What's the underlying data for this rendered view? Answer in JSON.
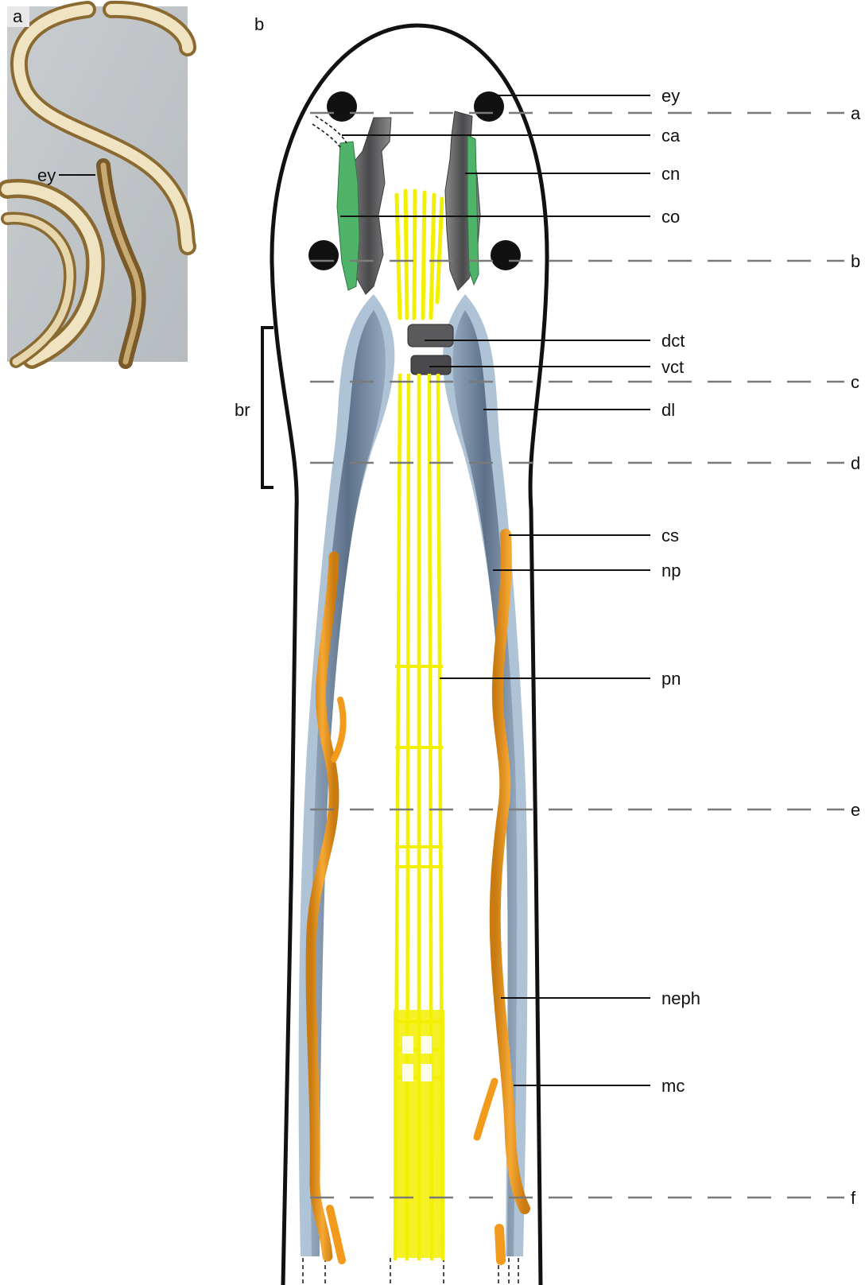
{
  "panels": {
    "a": "a",
    "b": "b"
  },
  "photo": {
    "ey_label": "ey"
  },
  "labels": {
    "ey": "ey",
    "ca": "ca",
    "cn": "cn",
    "co": "co",
    "dct": "dct",
    "vct": "vct",
    "dl": "dl",
    "cs": "cs",
    "np": "np",
    "pn": "pn",
    "neph": "neph",
    "mc": "mc",
    "br": "br"
  },
  "sections": [
    "a",
    "b",
    "c",
    "d",
    "e",
    "f"
  ],
  "colors": {
    "nerve_yellow": "#f2ef00",
    "nephridia_orange": "#f29a1c",
    "muscle_blue": "#6b829c",
    "muscle_light": "#a9bed4",
    "brain_gray": "#6e6e70",
    "cerebral_organ_green": "#4fb36a",
    "eye_black": "#111111",
    "outline": "#111111",
    "section_line": "#7a7a7a"
  }
}
